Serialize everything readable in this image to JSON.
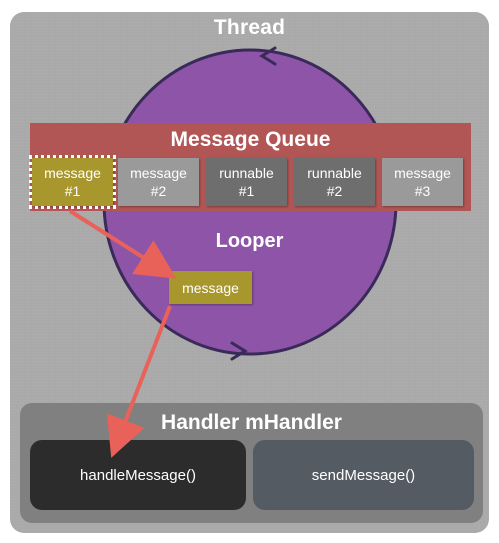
{
  "thread": {
    "title": "Thread"
  },
  "message_queue": {
    "title": "Message Queue",
    "items": [
      {
        "line1": "message",
        "line2": "#1",
        "kind": "message",
        "highlighted": true
      },
      {
        "line1": "message",
        "line2": "#2",
        "kind": "message",
        "highlighted": false
      },
      {
        "line1": "runnable",
        "line2": "#1",
        "kind": "runnable",
        "highlighted": false
      },
      {
        "line1": "runnable",
        "line2": "#2",
        "kind": "runnable",
        "highlighted": false
      },
      {
        "line1": "message",
        "line2": "#3",
        "kind": "message",
        "highlighted": false
      }
    ]
  },
  "looper": {
    "title": "Looper",
    "current_message": "message"
  },
  "handler": {
    "title": "Handler mHandler",
    "handle_method": "handleMessage()",
    "send_method": "sendMessage()"
  },
  "colors": {
    "thread_bg": "#a9a9a9",
    "looper_circle": "#8e54a8",
    "queue_bg": "#b15555",
    "message_highlight": "#a8972c",
    "arrow": "#e8625a",
    "handler_bg": "#808080"
  }
}
